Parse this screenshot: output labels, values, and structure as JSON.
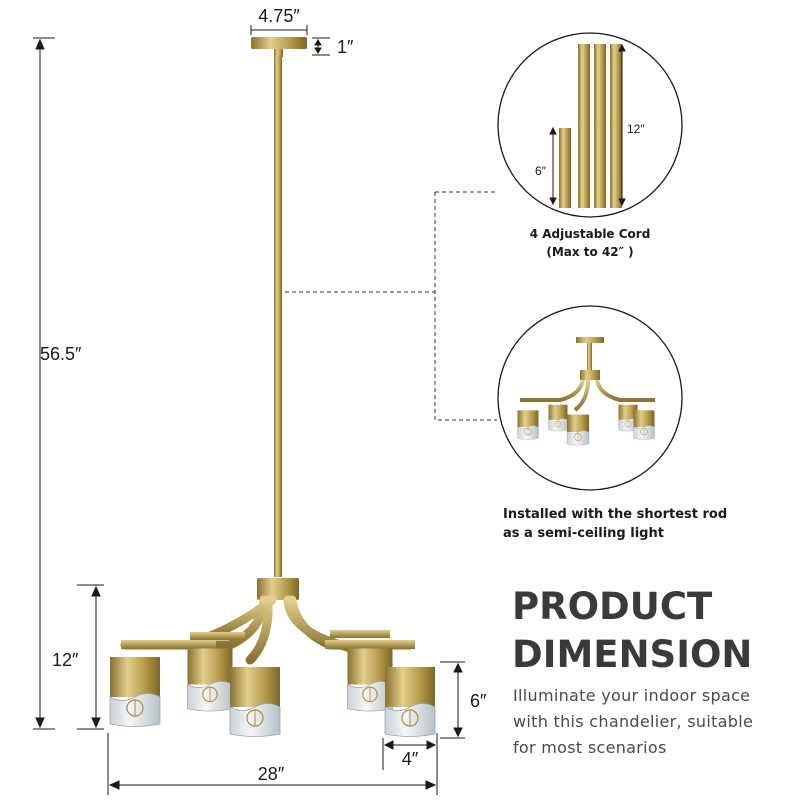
{
  "dimensions": {
    "canopy_width": "4.75″",
    "canopy_height": "1″",
    "overall_height": "56.5″",
    "body_height": "12″",
    "overall_width": "28″",
    "shade_height": "6″",
    "shade_width": "4″",
    "rod_short": "6″",
    "rod_long": "12″"
  },
  "callouts": {
    "rods_caption_line1": "4 Adjustable Cord",
    "rods_caption_line2": "(Max to 42″ )",
    "semi_caption_line1": "Installed with the shortest rod",
    "semi_caption_line2": "as a semi-ceiling light"
  },
  "heading": {
    "line1": "PRODUCT",
    "line2": "DIMENSION"
  },
  "description": {
    "line1": "Illuminate your indoor space",
    "line2": "with this chandelier, suitable",
    "line3": "for most scenarios"
  },
  "colors": {
    "brass": "#b59a4a",
    "brass_light": "#d9c47e",
    "brass_dark": "#8a7232",
    "glass": "#dfe7ea",
    "line": "#1a1a1a",
    "heading_text": "#3a3a3a"
  }
}
